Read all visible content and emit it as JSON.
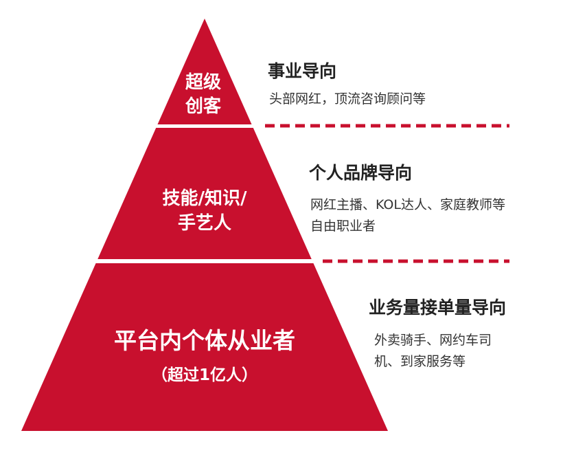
{
  "colors": {
    "pyramid": "#C8102E",
    "divider": "#ffffff",
    "dash": "#C8102E",
    "title": "#222222",
    "desc": "#333333",
    "background": "#ffffff"
  },
  "tiers": [
    {
      "id": "top",
      "label_lines": [
        "超级",
        "创客"
      ],
      "title": "事业导向",
      "desc_lines": [
        "头部网红，顶流咨询顾问等"
      ]
    },
    {
      "id": "middle",
      "label_lines": [
        "技能/知识/",
        "手艺人"
      ],
      "title": "个人品牌导向",
      "desc_lines": [
        "网红主播、KOL达人、家庭教师等",
        "自由职业者"
      ]
    },
    {
      "id": "bottom",
      "label_lines": [
        "平台内个体从业者"
      ],
      "sublabel": "（超过1亿人）",
      "title": "业务量接单量导向",
      "desc_lines": [
        "外卖骑手、网约车司",
        "机、到家服务等"
      ]
    }
  ]
}
